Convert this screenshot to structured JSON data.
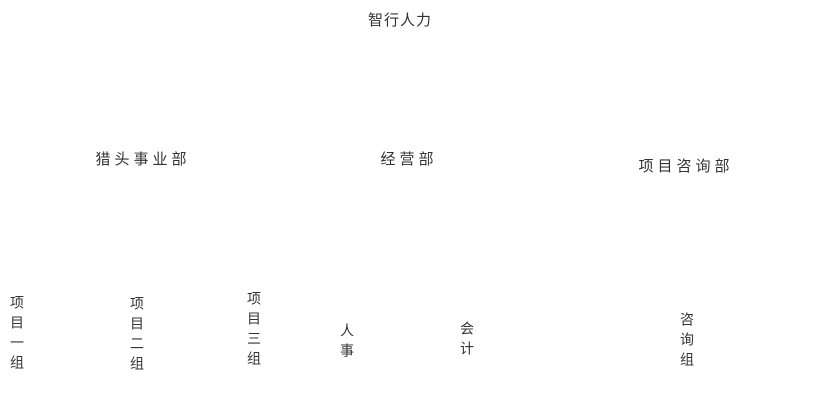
{
  "page": {
    "background_color": "#ffffff",
    "text_color": "#333333"
  },
  "chart_data": {
    "type": "tree",
    "orientation": "top-down",
    "root": {
      "label": "智行人力",
      "children": [
        {
          "label": "猎头事业部",
          "children": [
            {
              "label": "项目一组"
            },
            {
              "label": "项目二组"
            },
            {
              "label": "项目三组"
            }
          ]
        },
        {
          "label": "经营部",
          "children": [
            {
              "label": "人事"
            },
            {
              "label": "会计"
            }
          ]
        },
        {
          "label": "项目咨询部",
          "children": [
            {
              "label": "咨询组"
            }
          ]
        }
      ]
    }
  }
}
